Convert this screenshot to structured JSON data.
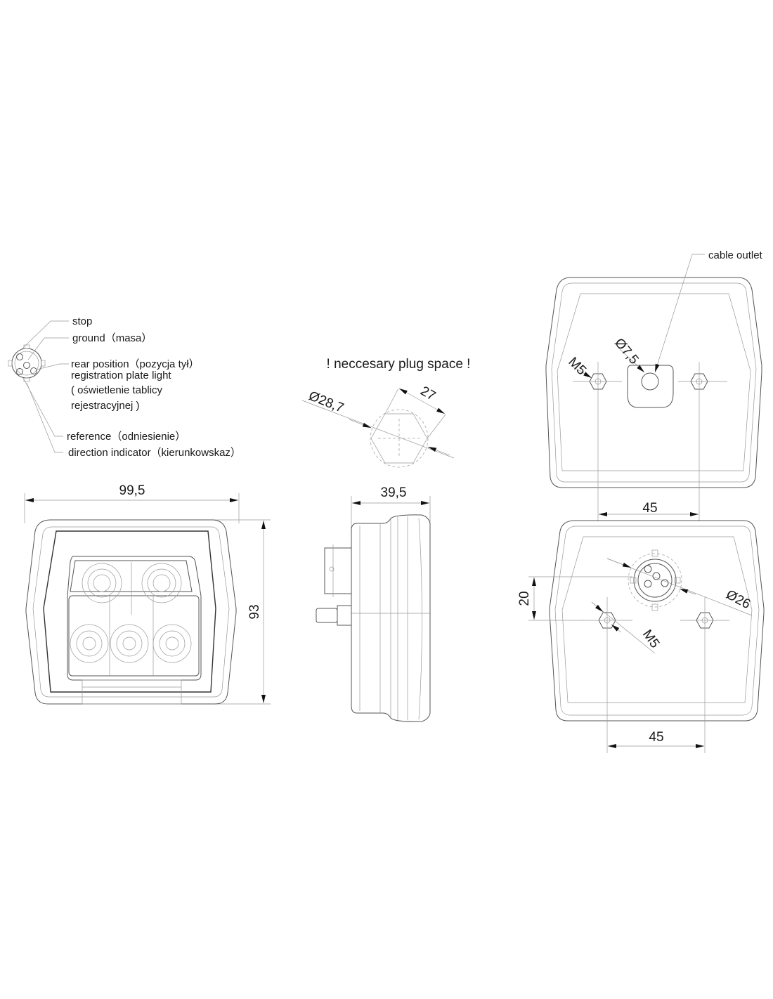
{
  "connector_legend": {
    "stop": "stop",
    "ground": "ground（masa）",
    "rear_position": "rear position（pozycja tył）",
    "registration_plate_light": "registration plate light",
    "registration_pl_1": "( oświetlenie tablicy",
    "registration_pl_2": "rejestracyjnej )",
    "reference": "reference（odniesienie）",
    "direction_indicator": "direction indicator（kierunkowskaz）"
  },
  "plug_space": {
    "title": "! neccesary plug space !",
    "diameter": "Ø28,7",
    "across_flats": "27"
  },
  "front_view": {
    "width": "99,5",
    "height": "93"
  },
  "side_view": {
    "depth": "39,5"
  },
  "back_view_top": {
    "cable_outlet": "cable outlet",
    "thread": "M5",
    "outlet_diameter": "Ø7,5",
    "spacing": "45"
  },
  "back_view_bottom": {
    "offset": "20",
    "socket_diameter": "Ø26",
    "thread": "M5",
    "spacing": "45"
  }
}
